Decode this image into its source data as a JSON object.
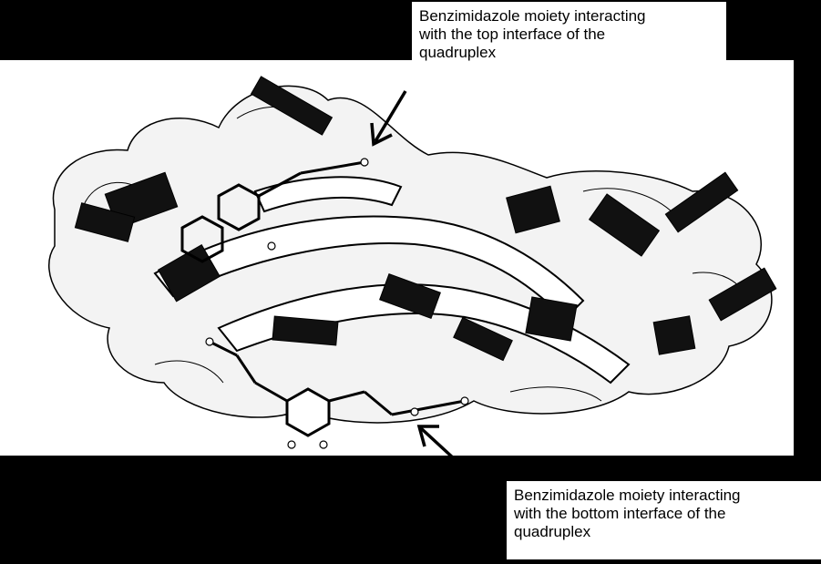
{
  "annotations": {
    "top": {
      "lines": [
        "Benzimidazole moiety interacting",
        "with the top interface of the",
        "quadruplex"
      ]
    },
    "bottom": {
      "lines": [
        "Benzimidazole moiety interacting",
        "with the bottom interface of the",
        "quadruplex"
      ]
    }
  },
  "colors": {
    "background": "#000000",
    "panel": "#ffffff",
    "ink": "#000000"
  }
}
